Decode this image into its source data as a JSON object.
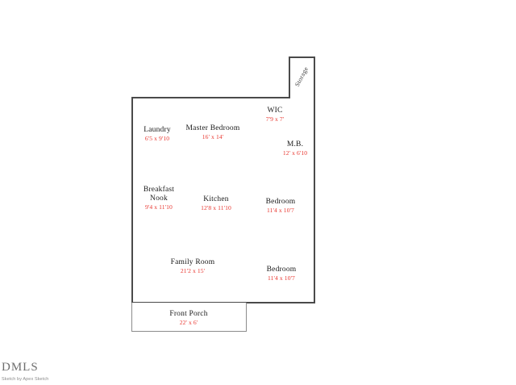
{
  "document": {
    "type": "floor-plan-sketch",
    "background_color": "#ffffff"
  },
  "colors": {
    "wall_main": "#4a4a4a",
    "wall_porch": "#8c8c8c",
    "room_name_text": "#1a1a1a",
    "dimension_text": "#e8352e",
    "watermark_text": "#6e6e6e",
    "credit_text": "#8a8a8a"
  },
  "structures": {
    "main_outline": {
      "label": "main-house-outline"
    },
    "storage_bump": {
      "label": "storage-outline"
    },
    "front_porch_outline": {
      "label": "front-porch-outline"
    }
  },
  "storage": {
    "label": "Storage"
  },
  "rooms": [
    {
      "id": "laundry",
      "name": "Laundry",
      "dimensions": "6'5 x 9'10"
    },
    {
      "id": "master-bedroom",
      "name": "Master Bedroom",
      "dimensions": "16' x 14'"
    },
    {
      "id": "wic",
      "name": "WIC",
      "dimensions": "7'9 x 7'"
    },
    {
      "id": "mb",
      "name": "M.B.",
      "dimensions": "12' x 6'10"
    },
    {
      "id": "breakfast-nook",
      "name": "Breakfast",
      "name_line2": "Nook",
      "dimensions": "9'4 x 11'10"
    },
    {
      "id": "kitchen",
      "name": "Kitchen",
      "dimensions": "12'8 x 11'10"
    },
    {
      "id": "bedroom-1",
      "name": "Bedroom",
      "dimensions": "11'4 x 10'7"
    },
    {
      "id": "family-room",
      "name": "Family Room",
      "dimensions": "21'2 x 15'"
    },
    {
      "id": "bedroom-2",
      "name": "Bedroom",
      "dimensions": "11'4 x 10'7"
    },
    {
      "id": "front-porch",
      "name": "Front Porch",
      "dimensions": "22' x 6'"
    }
  ],
  "watermark": {
    "logo": "DMLS",
    "credit": "Sketch by Apex Sketch"
  }
}
